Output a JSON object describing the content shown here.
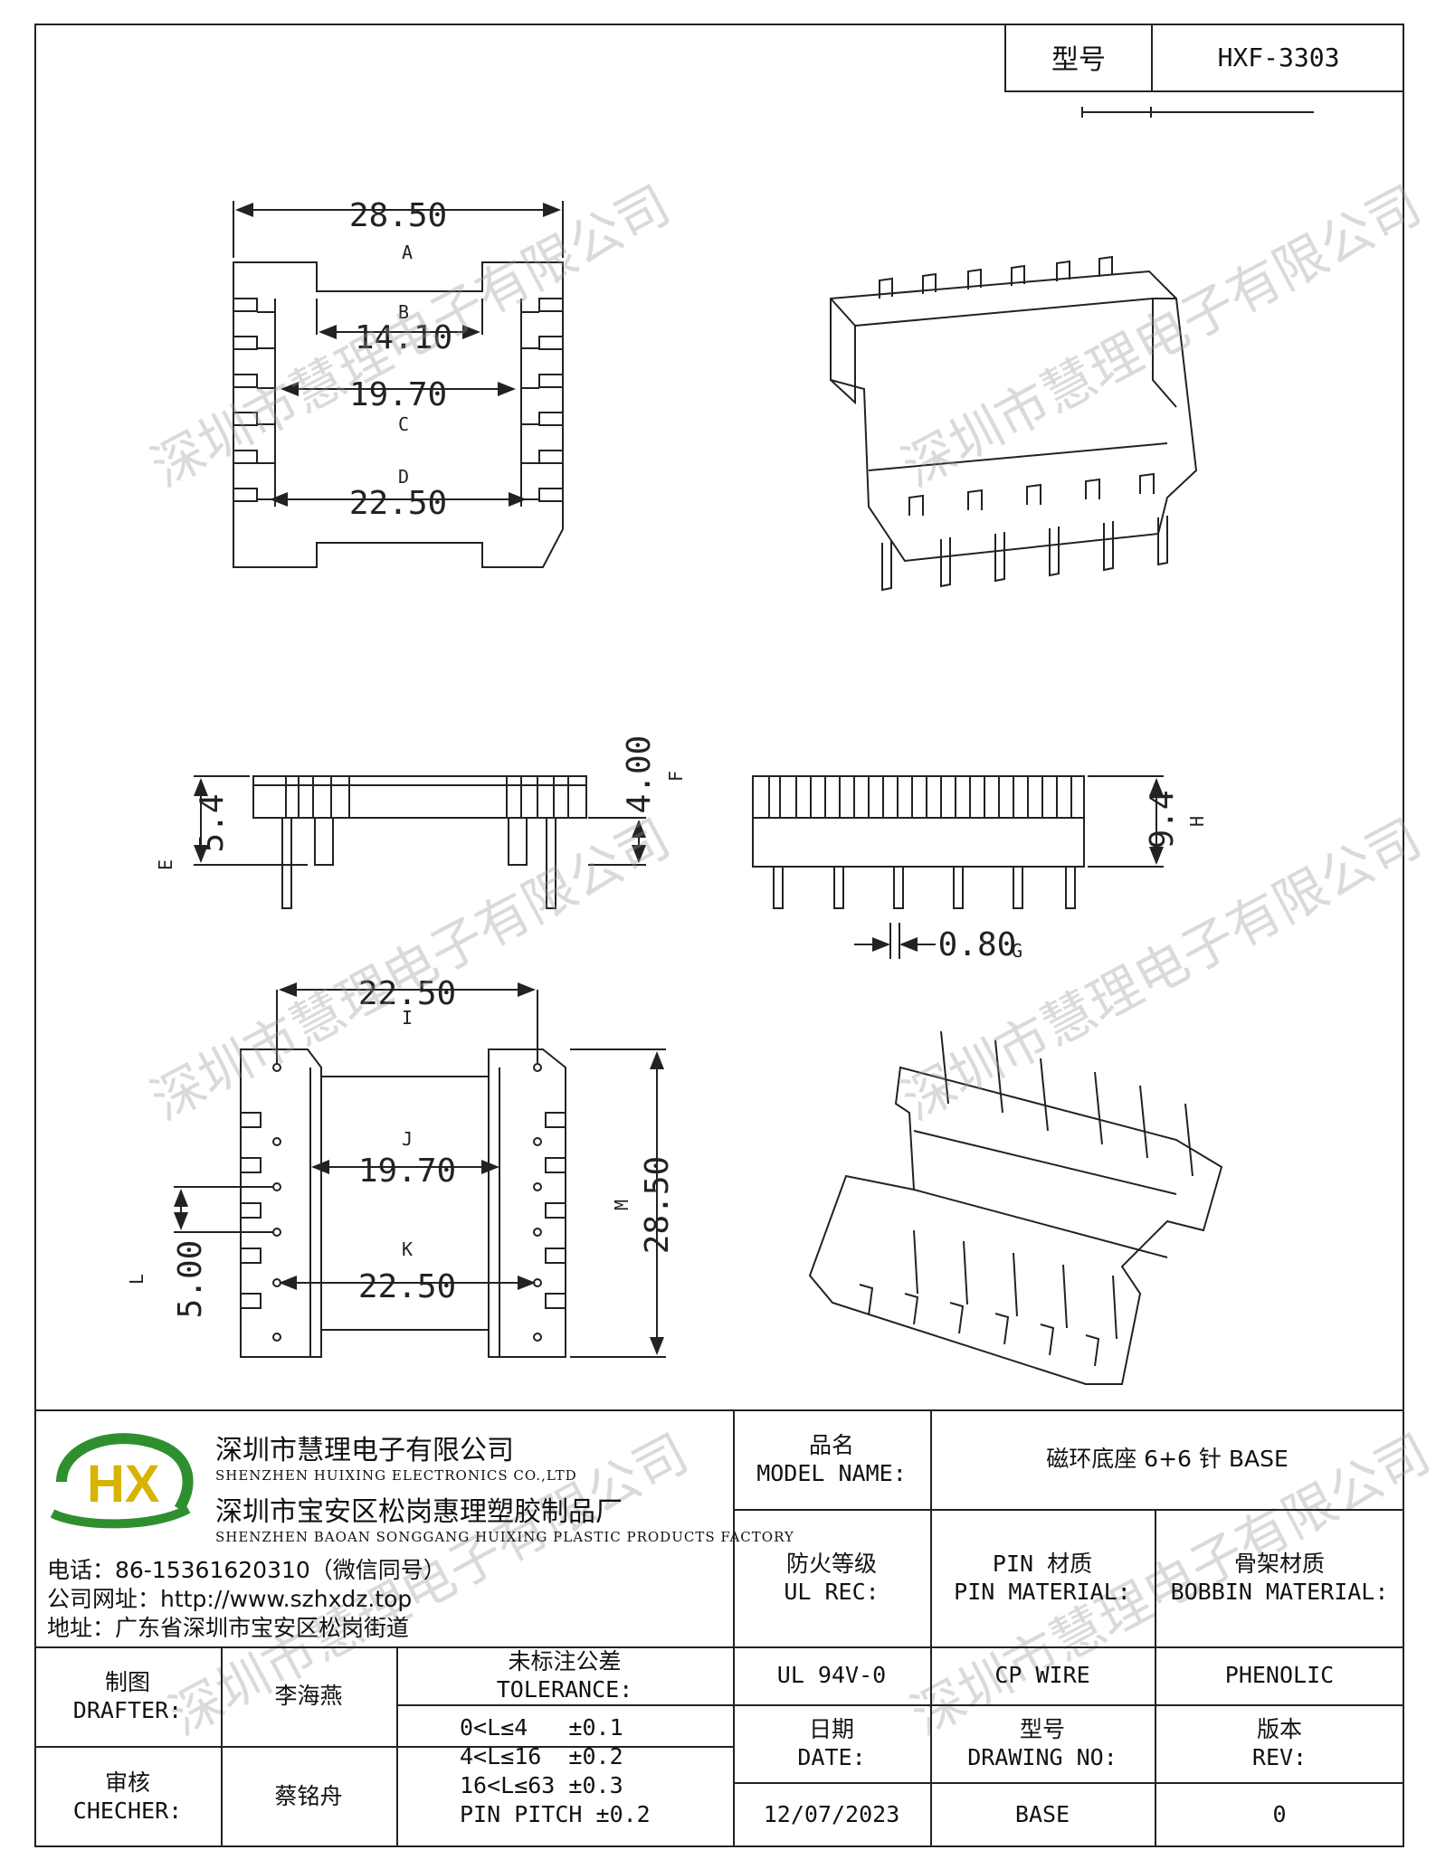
{
  "header": {
    "model_label": "型号",
    "model_value": "HXF-3303"
  },
  "watermark": "深圳市慧理电子有限公司",
  "dimensions": {
    "a": "28.50",
    "a_tag": "A",
    "b": "14.10",
    "b_tag": "B",
    "c": "19.70",
    "c_tag": "C",
    "d": "22.50",
    "d_tag": "D",
    "e": "5.4",
    "e_tag": "E",
    "f": "4.00",
    "f_tag": "F",
    "g": "0.80",
    "g_tag": "G",
    "h": "9.4",
    "h_tag": "H",
    "i": "22.50",
    "i_tag": "I",
    "j": "19.70",
    "j_tag": "J",
    "k": "22.50",
    "k_tag": "K",
    "l": "5.00",
    "l_tag": "L",
    "m": "28.50",
    "m_tag": "M"
  },
  "company": {
    "logo": "HX",
    "name_cn": "深圳市慧理电子有限公司",
    "name_en": "SHENZHEN HUIXING ELECTRONICS CO.,LTD",
    "factory_cn": "深圳市宝安区松岗惠理塑胶制品厂",
    "factory_en": "SHENZHEN BAOAN SONGGANG HUIXING PLASTIC PRODUCTS FACTORY",
    "phone": "电话：86-15361620310（微信同号）",
    "website": "公司网址：http://www.szhxdz.top",
    "address": "地址：广东省深圳市宝安区松岗街道"
  },
  "title_block": {
    "model_name_cn": "品名",
    "model_name_en": "MODEL NAME:",
    "model_name_value": "磁环底座 6+6 针 BASE",
    "ul_rec_cn": "防火等级",
    "ul_rec_en": "UL REC:",
    "pin_mat_cn": "PIN 材质",
    "pin_mat_en": "PIN MATERIAL:",
    "bobbin_mat_cn": "骨架材质",
    "bobbin_mat_en": "BOBBIN MATERIAL:",
    "ul_value": "UL 94V-0",
    "pin_value": "CP WIRE",
    "bobbin_value": "PHENOLIC",
    "drafter_cn": "制图",
    "drafter_en": "DRAFTER:",
    "drafter_name": "李海燕",
    "checker_cn": "审核",
    "checker_en": "CHECHER:",
    "checker_name": "蔡铭舟",
    "tolerance_cn": "未标注公差",
    "tolerance_en": "TOLERANCE:",
    "tolerances": [
      "0<L≤4   ±0.1",
      "4<L≤16  ±0.2",
      "16<L≤63 ±0.3",
      "PIN PITCH ±0.2"
    ],
    "date_cn": "日期",
    "date_en": "DATE:",
    "date_value": "12/07/2023",
    "drawing_cn": "型号",
    "drawing_en": "DRAWING NO:",
    "drawing_value": "BASE",
    "rev_cn": "版本",
    "rev_en": "REV:",
    "rev_value": "0"
  }
}
